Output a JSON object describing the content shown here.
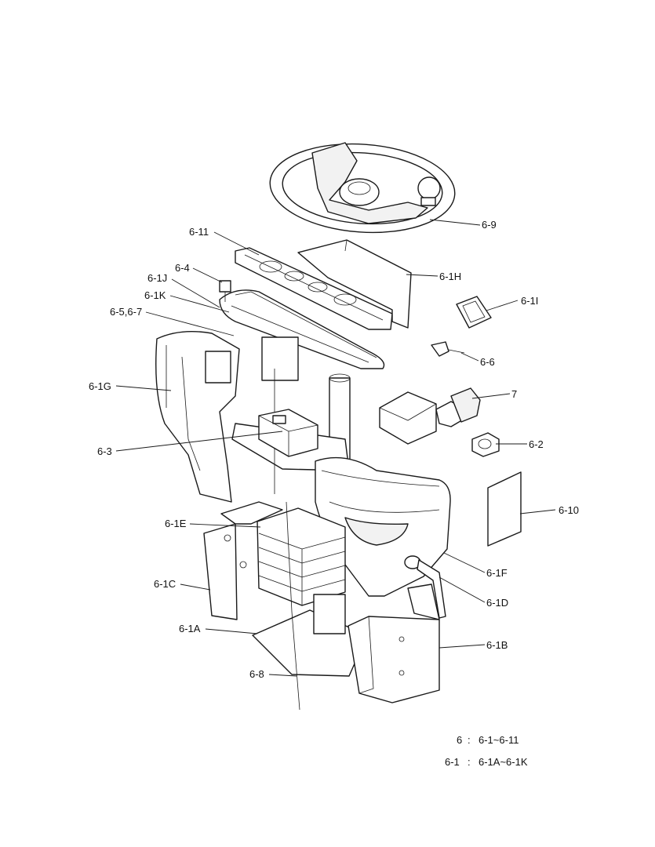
{
  "callouts": {
    "c6_9": "6-9",
    "c6_11": "6-11",
    "c6_1H": "6-1H",
    "c6_4": "6-4",
    "c6_1J": "6-1J",
    "c6_1K": "6-1K",
    "c6_5_7": "6-5,6-7",
    "c6_1I": "6-1I",
    "c6_6": "6-6",
    "c6_1G": "6-1G",
    "c7": "7",
    "c6_3": "6-3",
    "c6_2": "6-2",
    "c6_10": "6-10",
    "c6_1E": "6-1E",
    "c6_1F": "6-1F",
    "c6_1C": "6-1C",
    "c6_1D": "6-1D",
    "c6_1A": "6-1A",
    "c6_1B": "6-1B",
    "c6_8": "6-8"
  },
  "legend": {
    "row1_left": "6",
    "row1_sep": ":",
    "row1_right": "6-1~6-11",
    "row2_left": "6-1",
    "row2_sep": ":",
    "row2_right": "6-1A~6-1K"
  }
}
